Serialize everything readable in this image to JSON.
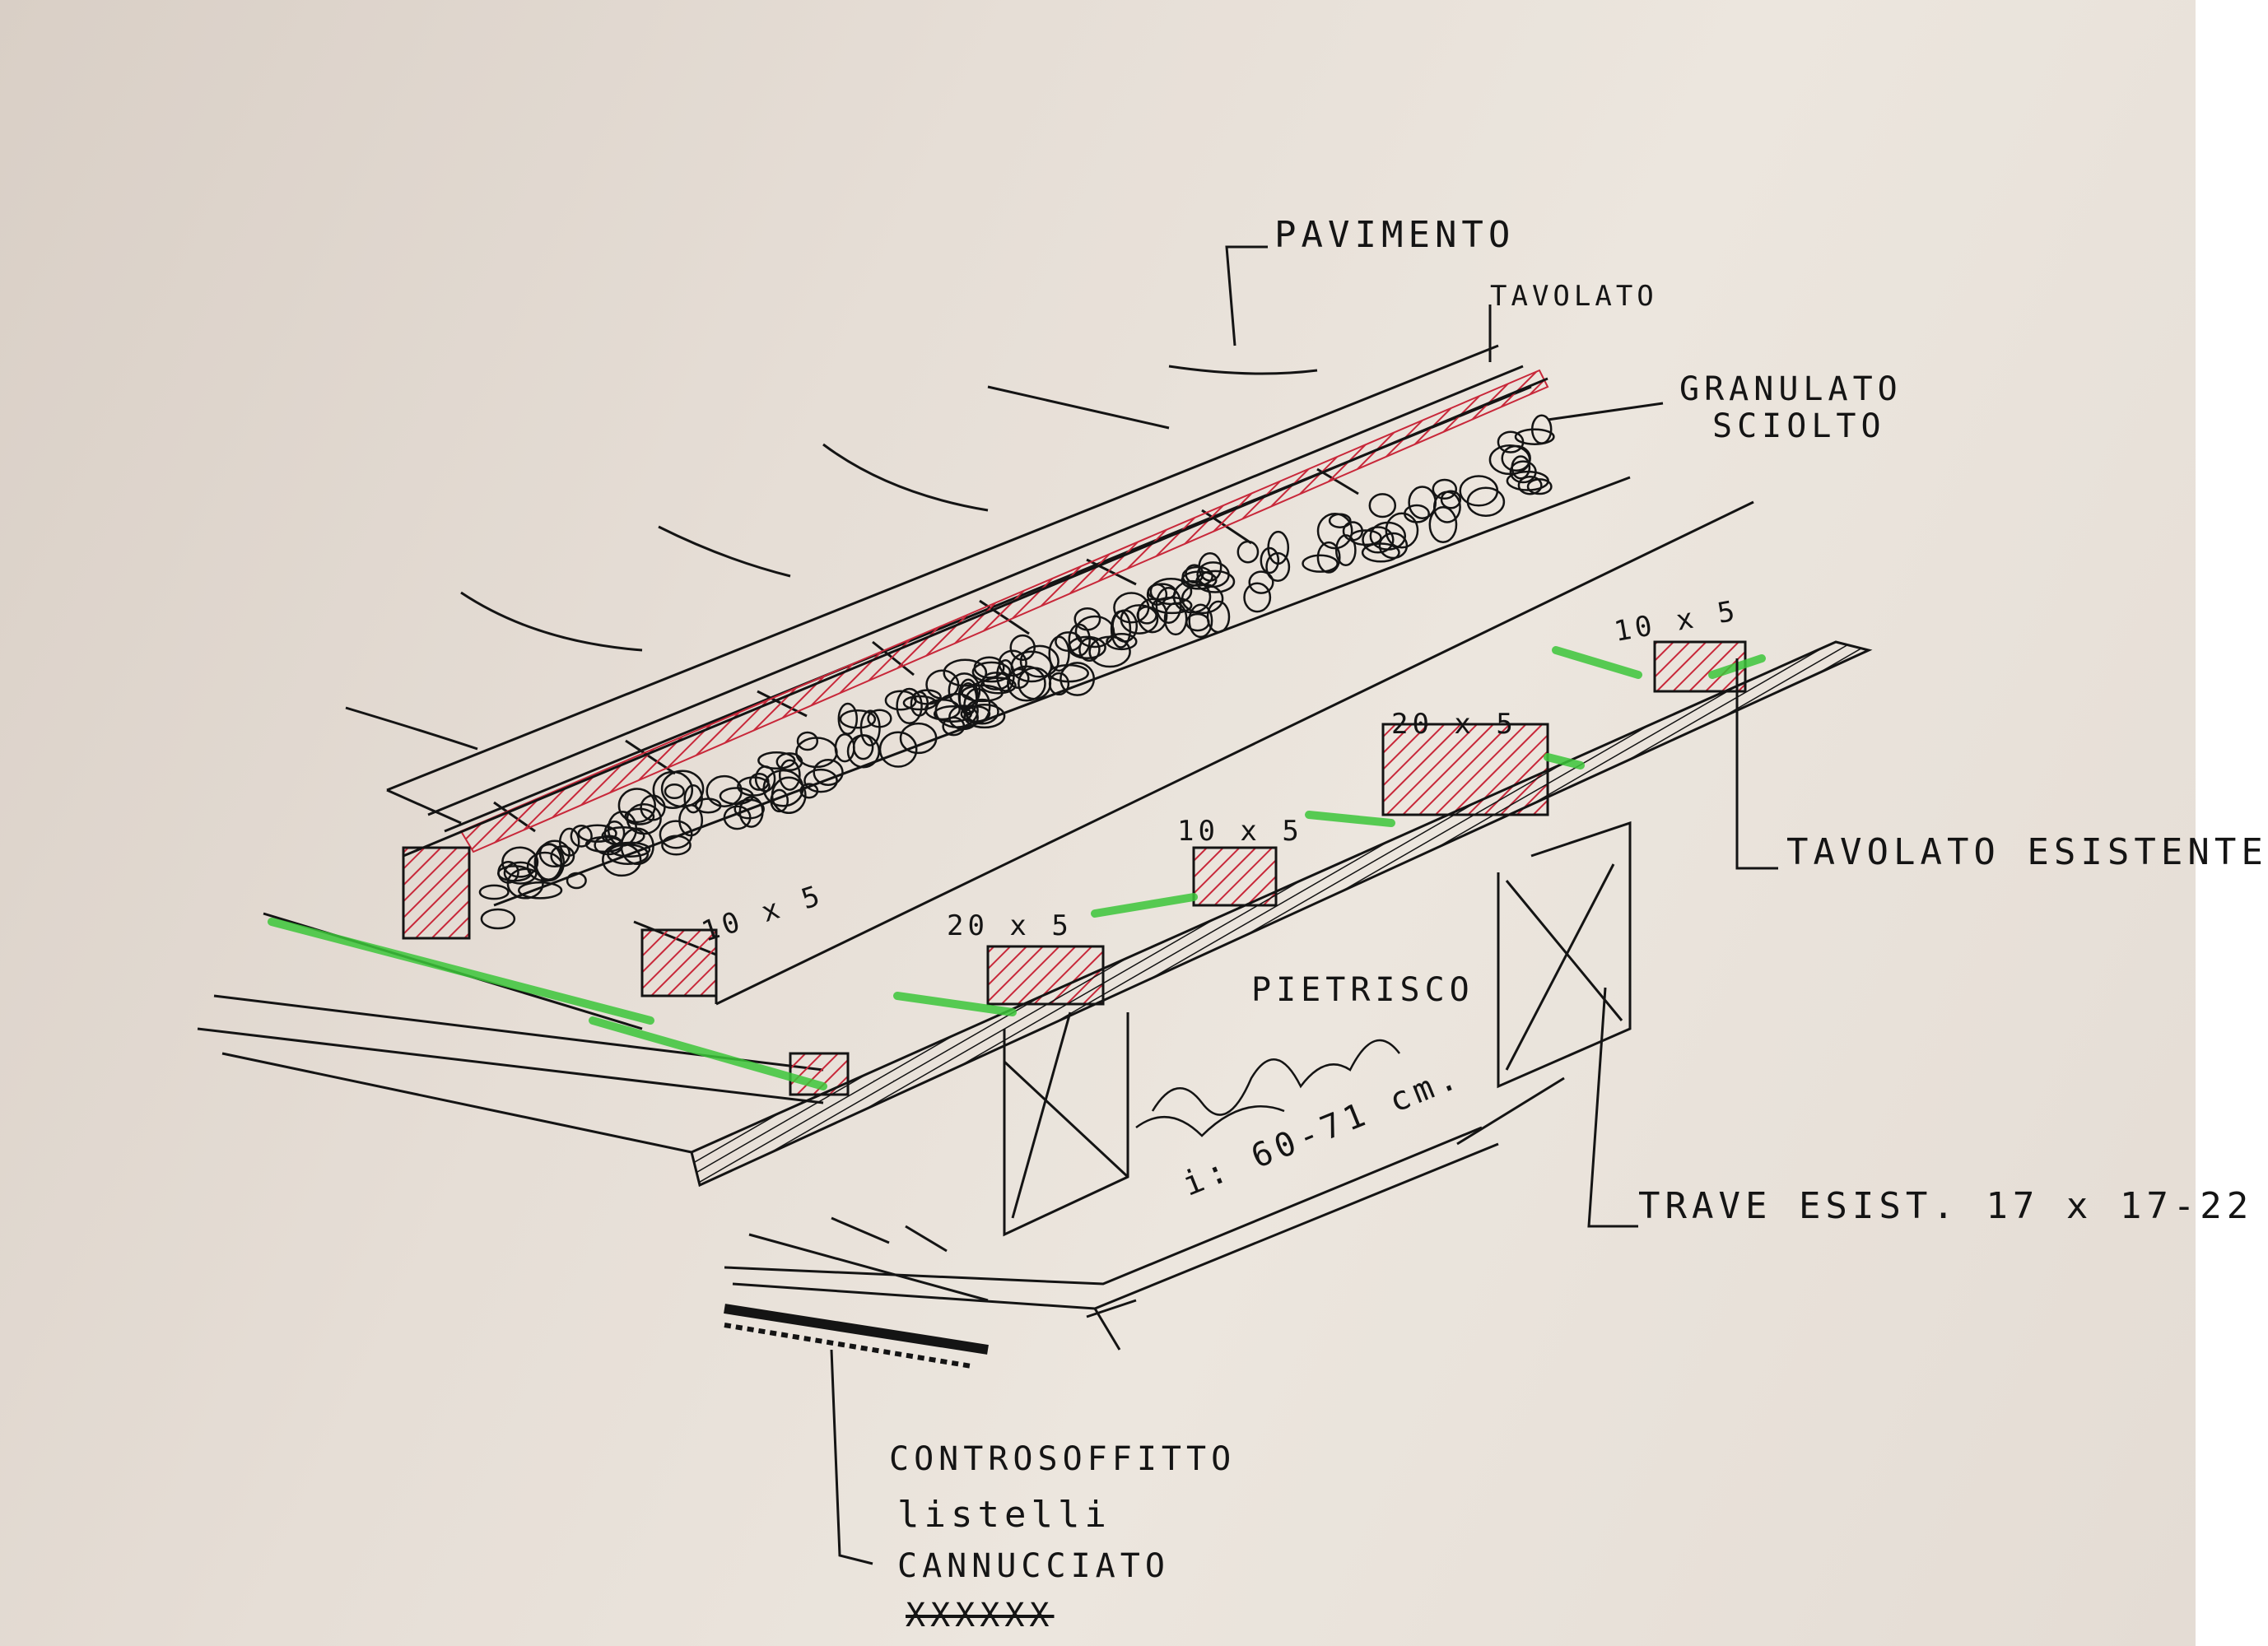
{
  "labels": {
    "pavimento": "PAVIMENTO",
    "tavolato": "TAVOLATO",
    "granulato_1": "GRANULATO",
    "granulato_2": "SCIOLTO",
    "tavolato_esistente": "TAVOLATO ESISTENTE",
    "pietrisco": "PIETRISCO",
    "interasse": "i: 60-71 cm.",
    "trave_esistente": "TRAVE ESIST. 17 x 17-22",
    "controsoffitto": "CONTROSOFFITTO",
    "listelli": "listelli",
    "cannucciato": "CANNUCCIATO",
    "crossed_out": "XXXXXX",
    "dim_a": "10 x 5",
    "dim_b": "20 x 5",
    "dim_c": "10 x 5",
    "dim_d": "20 x 5",
    "dim_e": "10 x 5"
  },
  "colors": {
    "ink": "#141414",
    "hatch_red": "#c8283a",
    "marker_green": "#3cc63a",
    "paper": "#e6ded6"
  }
}
